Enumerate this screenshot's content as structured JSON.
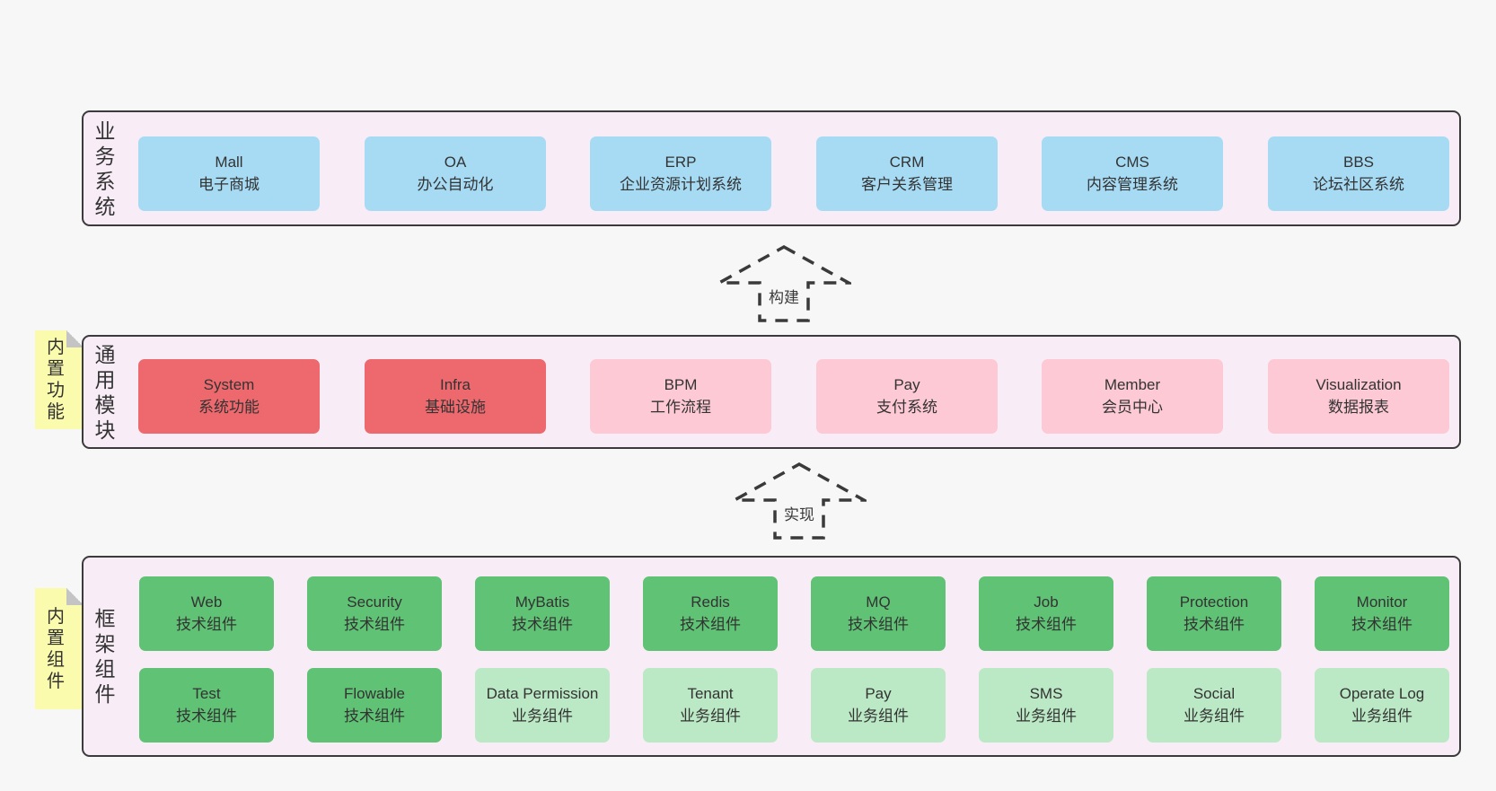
{
  "diagram": {
    "title_hint": "layered-architecture-diagram",
    "colors": {
      "page_bg": "#f7f7f7",
      "panel_bg": "#f8edf6",
      "panel_border": "#3b3b3b",
      "blue_box": "#a7dbf4",
      "red_box": "#ee696d",
      "pink_box": "#fcc9d4",
      "green_box": "#5fc274",
      "light_green_box": "#bbe8c5",
      "sticky_note": "#fbfbad",
      "note_fold": "#c4c4c4",
      "text": "#333333"
    },
    "arrows": [
      {
        "label": "构建"
      },
      {
        "label": "实现"
      }
    ],
    "layers": [
      {
        "label": "业务系统",
        "boxes": [
          {
            "title": "Mall",
            "subtitle": "电子商城"
          },
          {
            "title": "OA",
            "subtitle": "办公自动化"
          },
          {
            "title": "ERP",
            "subtitle": "企业资源计划系统"
          },
          {
            "title": "CRM",
            "subtitle": "客户关系管理"
          },
          {
            "title": "CMS",
            "subtitle": "内容管理系统"
          },
          {
            "title": "BBS",
            "subtitle": "论坛社区系统"
          }
        ]
      },
      {
        "label": "通用模块",
        "note": "内置功能",
        "boxes": [
          {
            "title": "System",
            "subtitle": "系统功能"
          },
          {
            "title": "Infra",
            "subtitle": "基础设施"
          },
          {
            "title": "BPM",
            "subtitle": "工作流程"
          },
          {
            "title": "Pay",
            "subtitle": "支付系统"
          },
          {
            "title": "Member",
            "subtitle": "会员中心"
          },
          {
            "title": "Visualization",
            "subtitle": "数据报表"
          }
        ]
      },
      {
        "label": "框架组件",
        "note": "内置组件",
        "rows": [
          [
            {
              "title": "Web",
              "subtitle": "技术组件"
            },
            {
              "title": "Security",
              "subtitle": "技术组件"
            },
            {
              "title": "MyBatis",
              "subtitle": "技术组件"
            },
            {
              "title": "Redis",
              "subtitle": "技术组件"
            },
            {
              "title": "MQ",
              "subtitle": "技术组件"
            },
            {
              "title": "Job",
              "subtitle": "技术组件"
            },
            {
              "title": "Protection",
              "subtitle": "技术组件"
            },
            {
              "title": "Monitor",
              "subtitle": "技术组件"
            }
          ],
          [
            {
              "title": "Test",
              "subtitle": "技术组件"
            },
            {
              "title": "Flowable",
              "subtitle": "技术组件"
            },
            {
              "title": "Data Permission",
              "subtitle": "业务组件"
            },
            {
              "title": "Tenant",
              "subtitle": "业务组件"
            },
            {
              "title": "Pay",
              "subtitle": "业务组件"
            },
            {
              "title": "SMS",
              "subtitle": "业务组件"
            },
            {
              "title": "Social",
              "subtitle": "业务组件"
            },
            {
              "title": "Operate Log",
              "subtitle": "业务组件"
            }
          ]
        ]
      }
    ]
  }
}
